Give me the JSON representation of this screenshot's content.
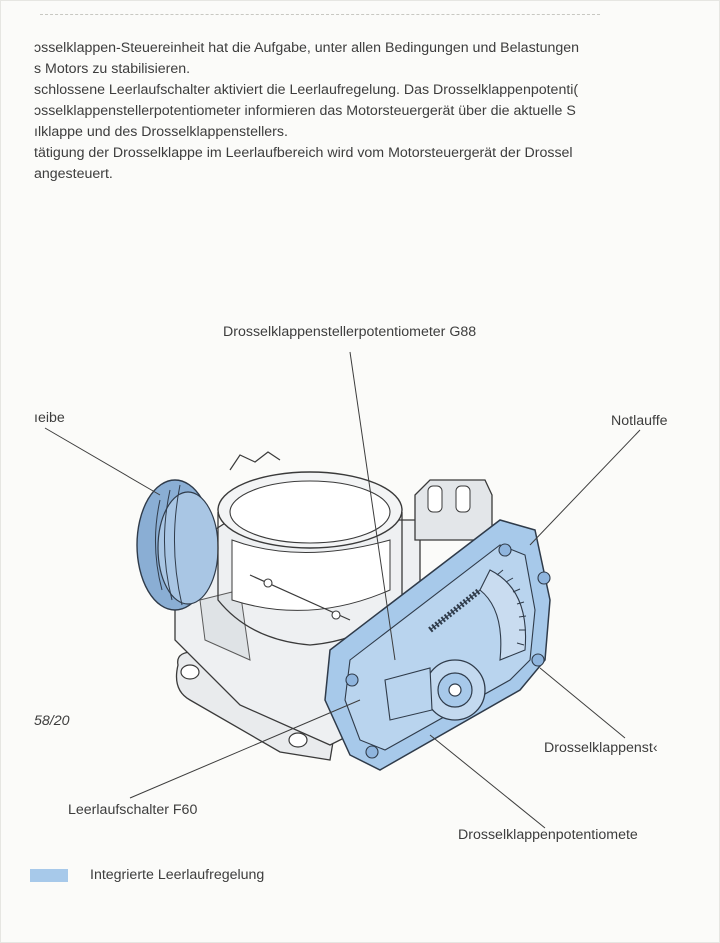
{
  "document": {
    "paragraph_lines": [
      "ɔsselklappen-Steuereinheit hat die Aufgabe, unter allen Bedingungen und Belastungen",
      "s Motors zu stabilisieren.",
      "schlossene Leerlaufschalter aktiviert die Leerlaufregelung. Das Drosselklappenpotenti(",
      "ɔsselklappenstellerpotentiometer informieren das Motorsteuergerät über die aktuelle S",
      "ılklappe und des Drosselklappenstellers.",
      "tätigung der Drosselklappe im Leerlaufbereich wird vom Motorsteuergerät der Drossel",
      "angesteuert."
    ]
  },
  "figure": {
    "labels": {
      "g88": "Drosselklappenstellerpotentiometer G88",
      "scheibe": "ıeibe",
      "notlauf": "Notlauffe",
      "figure_number": "58/20",
      "stellerpot": "Drosselklappenst‹",
      "f60": "Leerlaufschalter F60",
      "klappenpot": "Drosselklappenpotentiomete"
    },
    "legend": {
      "color": "#a7c9ea",
      "label": "Integrierte Leerlaufregelung"
    }
  }
}
